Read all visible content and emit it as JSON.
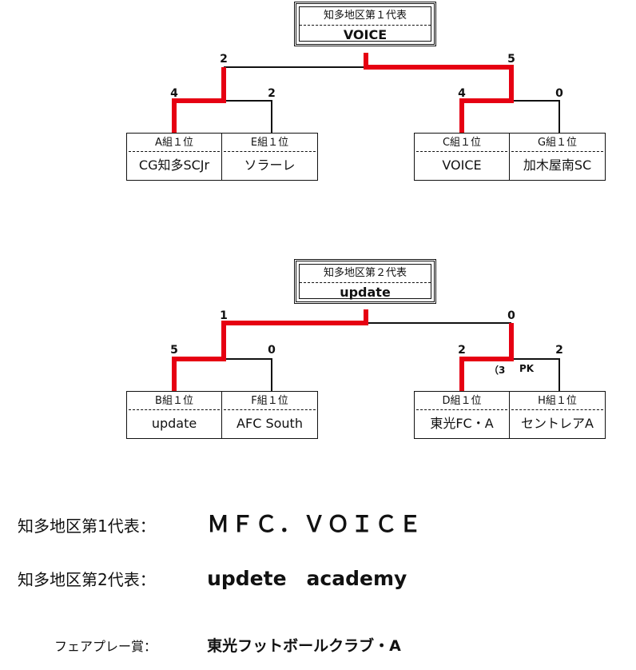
{
  "bracket1": {
    "champion_label": "知多地区第１代表",
    "champion": "VOICE",
    "teams": [
      {
        "label": "A組１位",
        "name": "CG知多SCJr"
      },
      {
        "label": "E組１位",
        "name": "ソラーレ"
      },
      {
        "label": "C組１位",
        "name": "VOICE"
      },
      {
        "label": "G組１位",
        "name": "加木屋南SC"
      }
    ],
    "scores": {
      "left_final": "2",
      "right_final": "5",
      "a": "4",
      "e": "2",
      "c": "4",
      "g": "0"
    }
  },
  "bracket2": {
    "champion_label": "知多地区第２代表",
    "champion": "update",
    "teams": [
      {
        "label": "B組１位",
        "name": "update"
      },
      {
        "label": "F組１位",
        "name": "AFC South"
      },
      {
        "label": "D組１位",
        "name": "東光FC・A"
      },
      {
        "label": "H組１位",
        "name": "セントレアA"
      }
    ],
    "scores": {
      "left_final": "1",
      "right_final": "0",
      "b": "5",
      "f": "0",
      "d": "2",
      "h": "2"
    },
    "pk_note_left": "（3",
    "pk_note_right": "PK"
  },
  "awards": [
    {
      "key": "知多地区第1代表：",
      "value": "ＭＦＣ．ＶＯＩＣＥ"
    },
    {
      "key": "知多地区第2代表：",
      "value": "updete　academy"
    },
    {
      "key": "フェアプレー賞：",
      "value": "東光フットボールクラブ・A"
    }
  ],
  "colors": {
    "winner_path": "#e60012",
    "line": "#111111"
  }
}
